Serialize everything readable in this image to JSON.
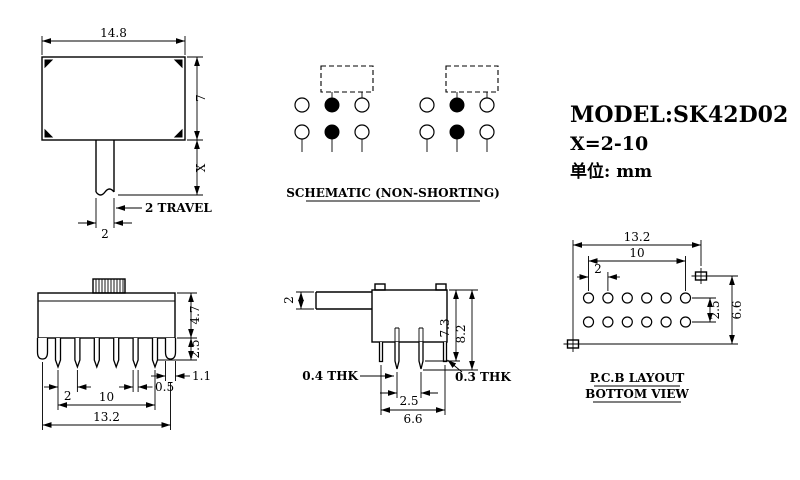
{
  "drawing": {
    "title_block": {
      "model": "MODEL:SK42D02",
      "x_range": "X=2-10",
      "unit": "单位: mm"
    },
    "top_view": {
      "width": "14.8",
      "height": "7",
      "travel_dim": "X",
      "stem_width": "2",
      "travel_note": "2 TRAVEL"
    },
    "schematic": {
      "caption": "SCHEMATIC (NON-SHORTING)"
    },
    "front_view": {
      "body_height": "4.7",
      "pin_shoulder": "2.5",
      "leg_width": "1.1",
      "pin_pitch": "2",
      "pin_width": "0.5",
      "pin_span": "10",
      "overall_width": "13.2"
    },
    "side_view": {
      "stem_thickness": "2",
      "height_to_shoulder": "7.3",
      "overall_height": "8.2",
      "pin_thickness": "0.4 THK",
      "leg_thickness": "0.3 THK",
      "row_pitch": "2.5",
      "leg_span": "6.6"
    },
    "pcb_layout": {
      "overall_width": "13.2",
      "pin_span": "10",
      "pin_pitch": "2",
      "row_pitch": "2.5",
      "leg_span": "6.6",
      "caption_line1": "P.C.B LAYOUT",
      "caption_line2": "BOTTOM VIEW"
    }
  },
  "colors": {
    "ink": "#000000",
    "paper": "#ffffff"
  }
}
